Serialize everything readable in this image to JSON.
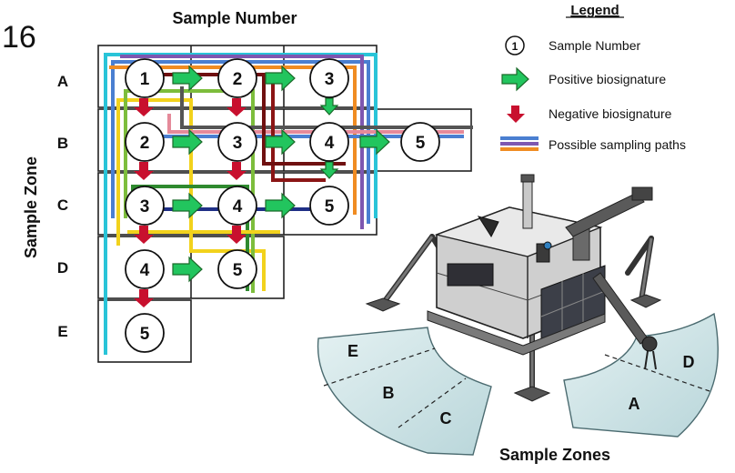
{
  "corner_fragment": "16",
  "grid": {
    "column_header": "Sample Number",
    "row_header": "Sample Zone",
    "rows": [
      "A",
      "B",
      "C",
      "D",
      "E"
    ],
    "cells": [
      {
        "row": "A",
        "sample": "1"
      },
      {
        "row": "A",
        "sample": "2"
      },
      {
        "row": "A",
        "sample": "3"
      },
      {
        "row": "B",
        "sample": "2"
      },
      {
        "row": "B",
        "sample": "3"
      },
      {
        "row": "B",
        "sample": "4"
      },
      {
        "row": "B",
        "sample": "5"
      },
      {
        "row": "C",
        "sample": "3"
      },
      {
        "row": "C",
        "sample": "4"
      },
      {
        "row": "C",
        "sample": "5"
      },
      {
        "row": "D",
        "sample": "4"
      },
      {
        "row": "D",
        "sample": "5"
      },
      {
        "row": "E",
        "sample": "5"
      }
    ]
  },
  "legend": {
    "title": "Legend",
    "items": [
      {
        "symbol": "1",
        "label": "Sample Number",
        "icon": "numbered-circle-icon"
      },
      {
        "label": "Positive biosignature",
        "icon": "green-arrow-icon"
      },
      {
        "label": "Negative biosignature",
        "icon": "red-down-arrow-icon"
      },
      {
        "label": "Possible sampling paths",
        "icon": "colored-lines-icon"
      }
    ]
  },
  "lander": {
    "zones_caption": "Sample Zones",
    "zone_labels": [
      "E",
      "B",
      "C",
      "A",
      "D"
    ]
  },
  "colors": {
    "positive": "#22c55e",
    "negative": "#c8102e",
    "paths": [
      "#4a7fd1",
      "#7e57b0",
      "#f08c22",
      "#e58a9a",
      "#7dbd3c",
      "#29c4d8",
      "#f2d21c",
      "#1f2f86",
      "#6f1010",
      "#555555"
    ],
    "zone_fill": "#cfe4e6"
  }
}
